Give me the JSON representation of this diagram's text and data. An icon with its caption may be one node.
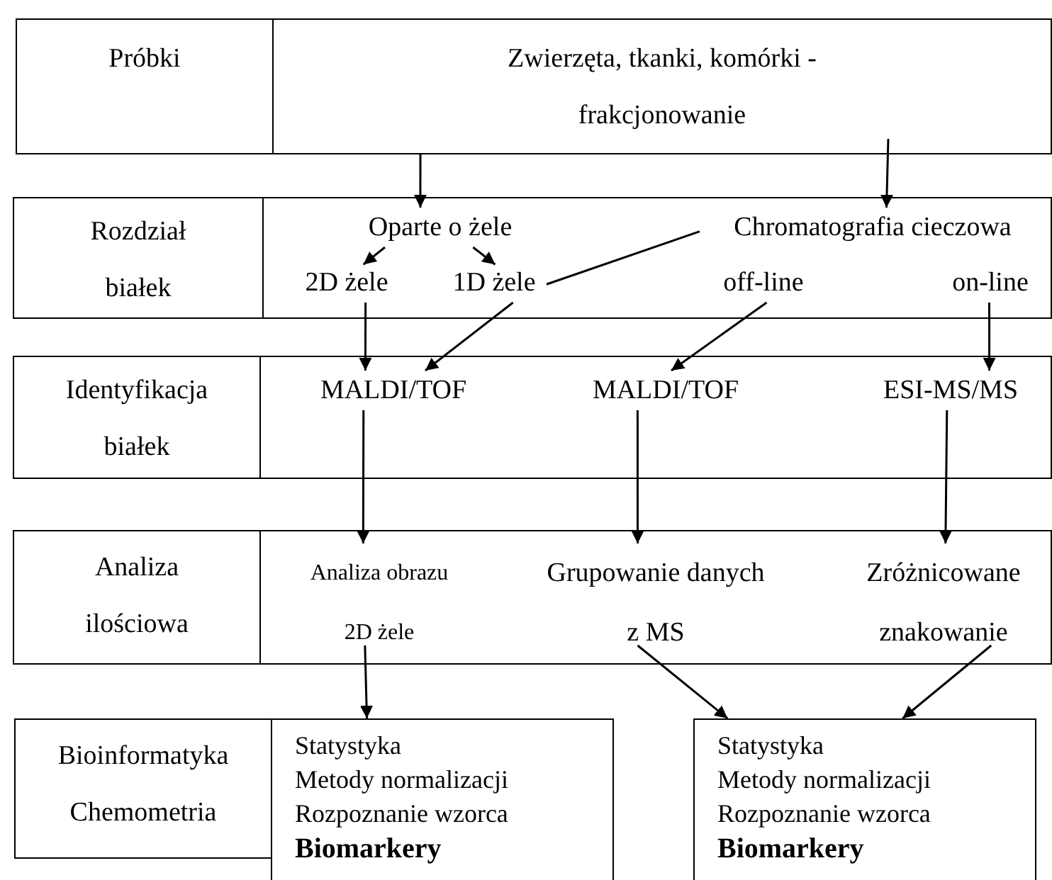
{
  "diagram": {
    "nodes": [
      {
        "text": [
          "Próbki"
        ]
      },
      {
        "text": [
          "Zwierzęta, tkanki, komórki - frakcjonowanie"
        ]
      },
      {
        "text": [
          "Rozdział białek"
        ]
      },
      {
        "text": [],
        "shape": "box"
      },
      {
        "text": [
          "Oparte o żele"
        ],
        "in": 3
      },
      {
        "text": [
          "2D żele"
        ],
        "in": 3
      },
      {
        "text": [
          "1D żele"
        ],
        "in": 3
      },
      {
        "text": [
          "Chromatografia cieczowa"
        ],
        "in": 3
      },
      {
        "text": [
          "off-line"
        ],
        "in": 3
      },
      {
        "text": [
          "on-line"
        ],
        "in": 3
      },
      {
        "text": [
          "Identyfikacja białek"
        ]
      },
      {
        "text": [],
        "shape": "box"
      },
      {
        "text": [
          "MALDI/TOF"
        ],
        "in": 11
      },
      {
        "text": [
          "MALDI/TOF"
        ],
        "in": 11
      },
      {
        "text": [
          "ESI-MS/MS"
        ],
        "in": 11
      },
      {
        "text": [
          "Analiza ilościowa"
        ]
      },
      {
        "text": [],
        "shape": "box"
      },
      {
        "text": [
          "Analiza obrazu 2D żele"
        ],
        "in": 16
      },
      {
        "text": [
          "Grupowanie danych z MS"
        ],
        "in": 16
      },
      {
        "text": [
          "Zróżnicowane znakowanie"
        ],
        "in": 16
      },
      {
        "text": [
          "Bioinformatyka Chemometria"
        ]
      },
      {
        "text": [
          "Statystyka",
          "Metody normalizacji",
          "Rozpoznanie wzorca",
          "Biomarkery"
        ]
      },
      {
        "text": [
          "Statystyka",
          "Metody normalizacji",
          "Rozpoznanie wzorca",
          "Biomarkery"
        ]
      }
    ],
    "edges": [
      {
        "from": 1,
        "to": 4,
        "arrow": "to"
      },
      {
        "from": 1,
        "to": 7,
        "arrow": "to"
      },
      {
        "from": 4,
        "to": 5,
        "arrow": "to"
      },
      {
        "from": 4,
        "to": 6,
        "arrow": "to"
      },
      {
        "from": 7,
        "to": 6,
        "arrow": "none"
      },
      {
        "from": 5,
        "to": 12,
        "arrow": "to"
      },
      {
        "from": 6,
        "to": 12,
        "arrow": "to"
      },
      {
        "from": 8,
        "to": 13,
        "arrow": "to"
      },
      {
        "from": 9,
        "to": 14,
        "arrow": "to"
      },
      {
        "from": 12,
        "to": 17,
        "arrow": "to"
      },
      {
        "from": 13,
        "to": 18,
        "arrow": "to"
      },
      {
        "from": 14,
        "to": 19,
        "arrow": "to"
      },
      {
        "from": 17,
        "to": 21,
        "arrow": "to"
      },
      {
        "from": 18,
        "to": 22,
        "arrow": "to"
      },
      {
        "from": 19,
        "to": 22,
        "arrow": "to"
      }
    ]
  }
}
